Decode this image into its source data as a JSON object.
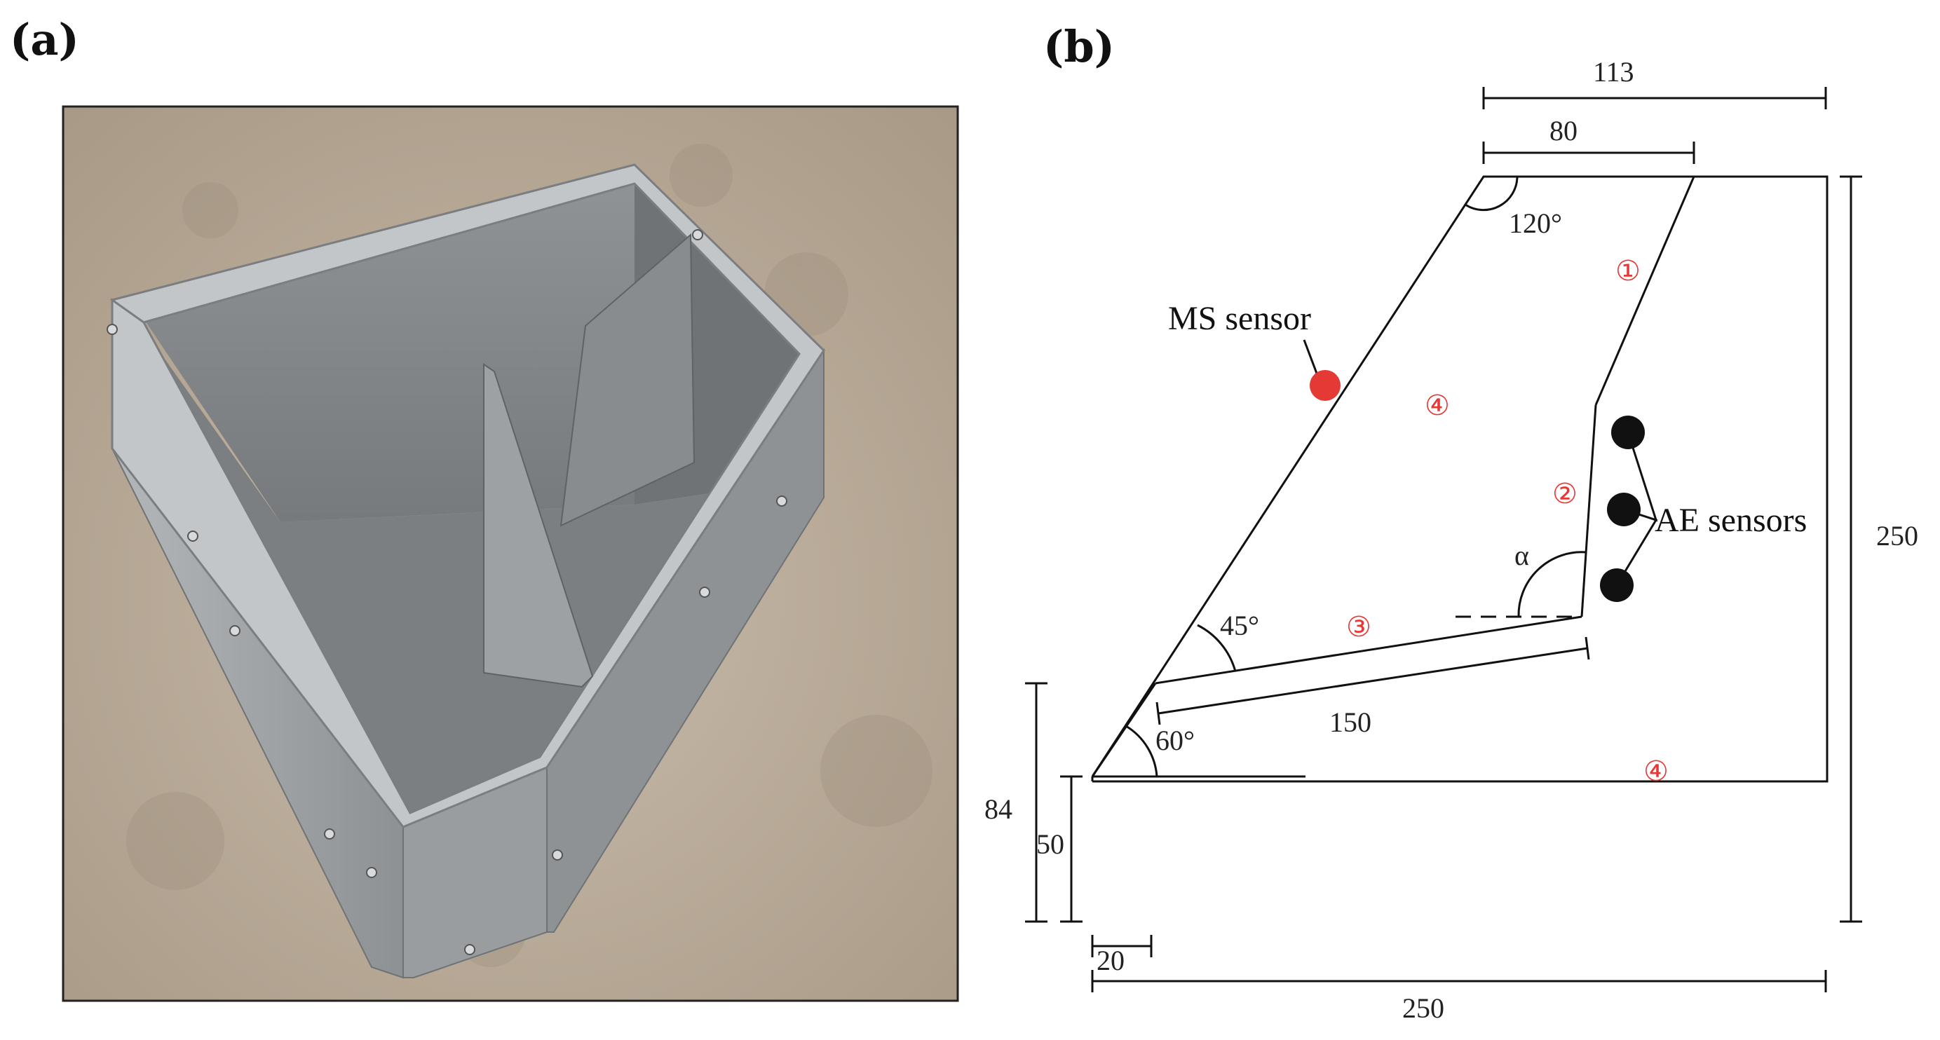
{
  "panels": {
    "a": {
      "label": "(a)"
    },
    "b": {
      "label": "(b)"
    }
  },
  "dimensions": {
    "top_113": "113",
    "top_80": "80",
    "right_250": "250",
    "bottom_250": "250",
    "bottom_20": "20",
    "left_84": "84",
    "left_50": "50",
    "slope_150": "150"
  },
  "angles": {
    "a120": "120°",
    "a45": "45°",
    "a60": "60°",
    "alpha": "α"
  },
  "annotations": {
    "ms_sensor": "MS sensor",
    "ae_sensors": "AE sensors"
  },
  "zones": {
    "z1": "①",
    "z2": "②",
    "z3": "③",
    "z4_upper": "④",
    "z4_lower": "④"
  },
  "colors": {
    "ms_sensor": "#e53935",
    "ae_sensor": "#111111",
    "zone_label": "#e53935",
    "photo_floor": "#b9aa97",
    "photo_metal": "#a7aaac"
  },
  "icons": {
    "ms_sensor": "red-filled-circle",
    "ae_sensor": "black-filled-circle"
  }
}
